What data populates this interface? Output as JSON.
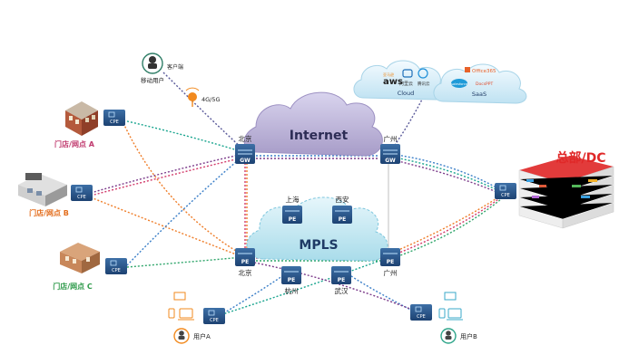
{
  "clouds": {
    "internet": {
      "label": "Internet"
    },
    "mpls": {
      "label": "MPLS"
    },
    "cloud_services": {
      "label": "Cloud",
      "aws_label": "aws",
      "aws_cn": "亚马逊",
      "aliyun_label": "阿里云",
      "tencent_label": "腾讯云"
    },
    "saas": {
      "label": "SaaS",
      "office_label": "Office365",
      "salesforce_label": "salesforce",
      "dingtalk_label": "DocsPPT"
    }
  },
  "nodes": {
    "gw_beijing": {
      "city": "北京",
      "tag": "GW"
    },
    "gw_guangzhou": {
      "city": "广州",
      "tag": "GW"
    },
    "pe_shanghai": {
      "city": "上海",
      "tag": "PE"
    },
    "pe_xian": {
      "city": "西安",
      "tag": "PE"
    },
    "pe_beijing": {
      "city": "北京",
      "tag": "PE"
    },
    "pe_guangzhou": {
      "city": "广州",
      "tag": "PE"
    },
    "pe_hangzhou": {
      "city": "杭州",
      "tag": "PE"
    },
    "pe_wuhan": {
      "city": "武汉",
      "tag": "PE"
    },
    "cpe_tag": "CPE"
  },
  "sites": {
    "store_a": "门店/网点 A",
    "store_b": "门店/网点 B",
    "store_c": "门店/网点 C",
    "hq": "总部/DC",
    "mobile_user": "移动用户",
    "client": "客户端",
    "cellular": "4G/5G",
    "user_a": "用户A",
    "user_b": "用户B"
  }
}
